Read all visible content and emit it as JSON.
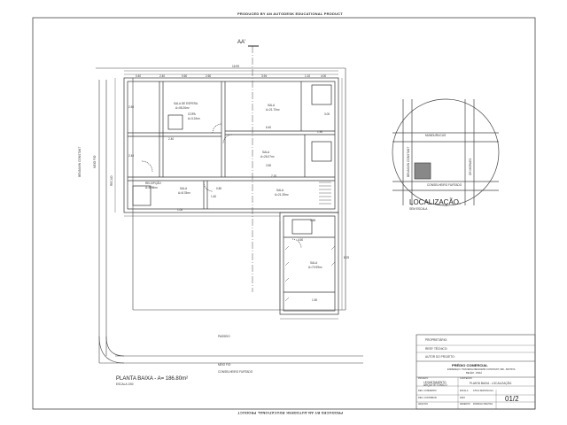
{
  "sheet": {
    "banner_top": "PRODUCED BY AN AUTODESK EDUCATIONAL PRODUCT",
    "banner_bottom": "PRODUCED BY AN AUTODESK EDUCATIONAL PRODUCT",
    "section_marker": "AA'"
  },
  "plan": {
    "title": "PLANTA BAIXA - A= 186.80m²",
    "scale": "ESCALA 1/50",
    "rooms": [
      {
        "name": "SALA DE ESPERA",
        "area": "A=08.26m²"
      },
      {
        "name": "COPA",
        "area": "A=3.24m²"
      },
      {
        "name": "SALA",
        "area": "A=21.70m²"
      },
      {
        "name": "SALA",
        "area": "A=26.07m²"
      },
      {
        "name": "RECEPÇÃO",
        "area": "A=8.98m²"
      },
      {
        "name": "SALA",
        "area": "A=8.78m²"
      },
      {
        "name": "SALA",
        "area": "A=21.35m²"
      },
      {
        "name": "SALA",
        "area": "A=70.99m²"
      }
    ],
    "street_left": "BENJAMIN CONSTANT",
    "street_bottom": "CONSELHEIRO FURTADO",
    "dims": [
      "16.95",
      "0.40",
      "2.40",
      "0.60",
      "2.60",
      "3.94",
      "1.10",
      "4.00",
      "1.00",
      "3.50",
      "6.40",
      "2.40",
      "4.60",
      "7.20",
      "1.65",
      "8.25",
      "1.50",
      "2.50",
      "2.40",
      "3.00",
      "1.90",
      "1.40",
      "0.80"
    ],
    "labels": {
      "recuo": "RECUO",
      "passeio": "PASSEIO",
      "meio_fio": "MEIO FIO"
    }
  },
  "location": {
    "title": "LOCALIZAÇÃO.",
    "scale": "SEM ESCALA",
    "street_top": "MUNDURUCUS",
    "street_left": "BENJAMIN CONSTANT",
    "street_right": "DR MORAES",
    "street_bottom": "CONSELHEIRO FURTADO"
  },
  "title_block": {
    "fields": [
      "PROPRIETÁRIO:",
      "RESP. TÉCNICO:",
      "AUTOR DO PROJETO:"
    ],
    "project": "PRÉDIO COMERCIAL",
    "address_1": "ENDEREÇO: TRAVESSA BENJAMIN CONSTANT, 999 - BATISTA",
    "address_2": "BELÉM - PARÁ",
    "stage": "LEVANTAMENTO ARQUITETÔNICO",
    "content": "PLANTA BAIXA - LOCALIZAÇÃO.",
    "sheet_number": "01/2",
    "small_fields": [
      "PROJETO",
      "CONTEÚDO",
      "ESCALA",
      "DATA",
      "DESENHO",
      "DES. CONFERIDO",
      "DES. CONTRIBUIU",
      "ARQUIVO"
    ],
    "scale_value": "1/50 E SEM ESCALA",
    "drawer": "RODRIGO FREITAS"
  },
  "colors": {
    "line": "#333333",
    "hatch": "#666666",
    "bg": "#ffffff"
  }
}
